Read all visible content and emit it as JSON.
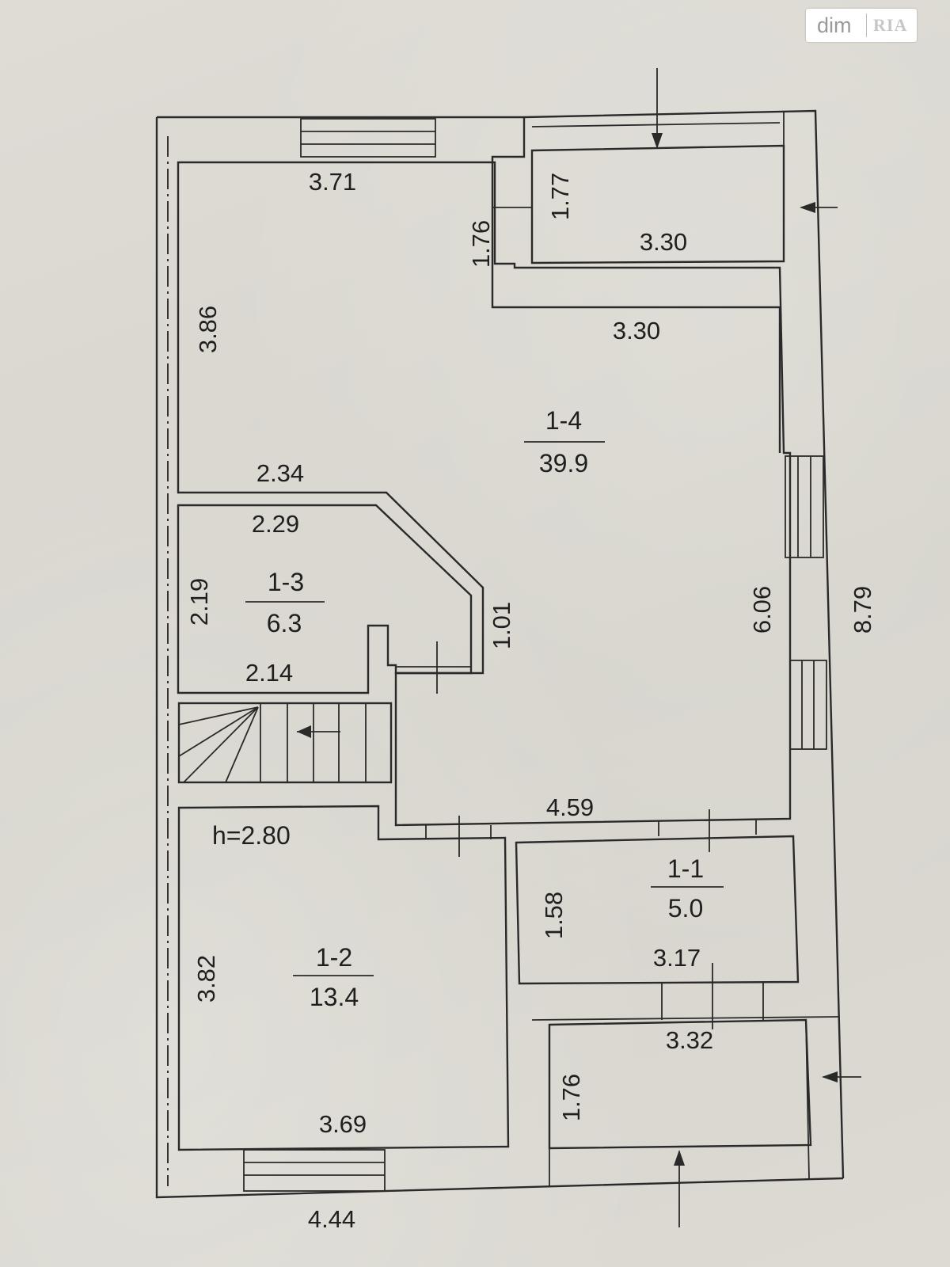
{
  "watermark": {
    "left": "dim",
    "right": "RIA"
  },
  "rooms": [
    {
      "id": "1-4",
      "area": "39.9"
    },
    {
      "id": "1-3",
      "area": "6.3"
    },
    {
      "id": "1-2",
      "area": "13.4"
    },
    {
      "id": "1-1",
      "area": "5.0"
    }
  ],
  "dimensions": {
    "d_3_71": "3.71",
    "d_1_77": "1.77",
    "d_1_76_top": "1.76",
    "d_3_30_upper": "3.30",
    "d_3_30_lower": "3.30",
    "d_3_86": "3.86",
    "d_2_34": "2.34",
    "d_2_29": "2.29",
    "d_2_19": "2.19",
    "d_1_01": "1.01",
    "d_2_14": "2.14",
    "d_6_06": "6.06",
    "d_8_79": "8.79",
    "d_4_59": "4.59",
    "d_1_58": "1.58",
    "d_3_17": "3.17",
    "d_3_82": "3.82",
    "d_3_32": "3.32",
    "d_1_76_bottom": "1.76",
    "d_3_69": "3.69",
    "d_4_44": "4.44"
  },
  "ceiling_height": "h=2.80"
}
